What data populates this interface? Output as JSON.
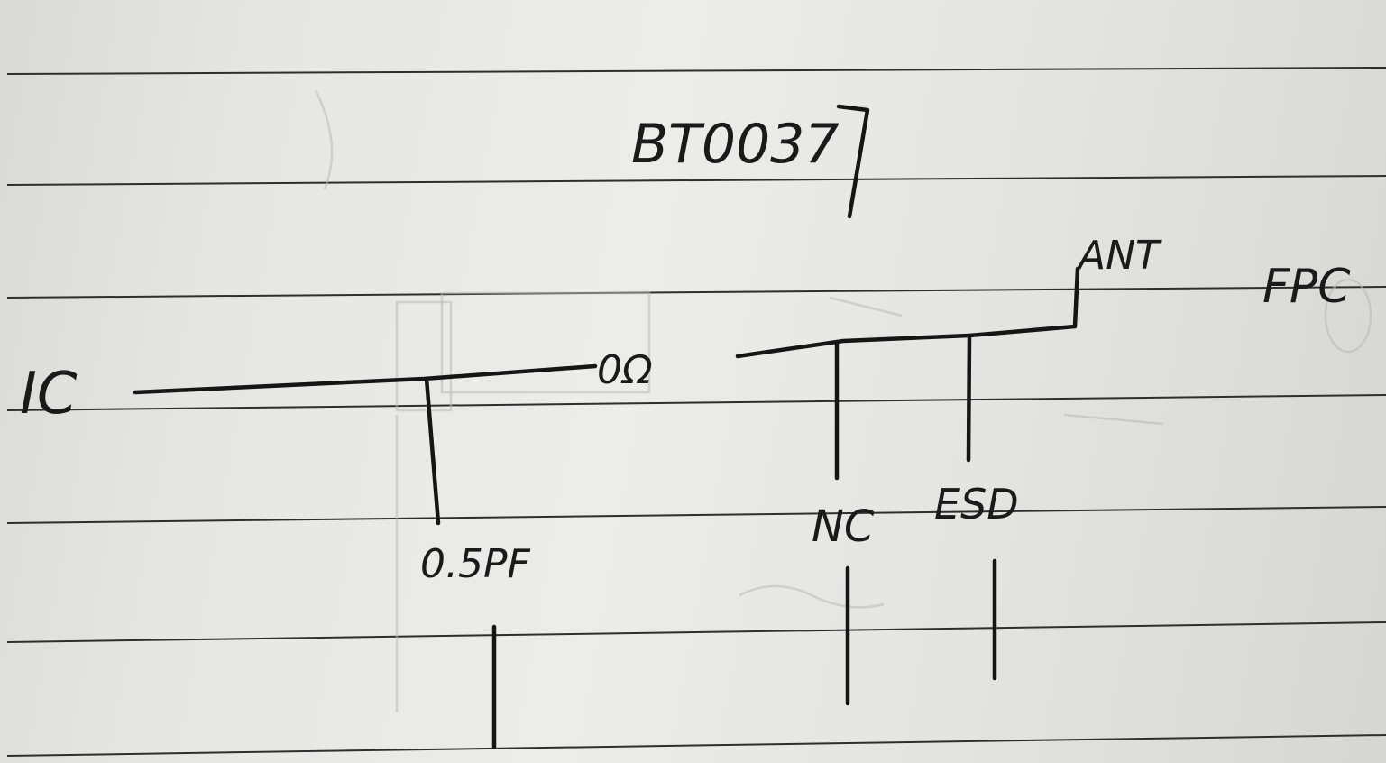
{
  "diagram": {
    "title": "BT0037",
    "labels": {
      "ic": "IC",
      "resistor": "0Ω",
      "antenna": "ANT",
      "fpc": "FPC",
      "cap": "0.5PF",
      "nc": "NC",
      "esd": "ESD"
    }
  },
  "colors": {
    "paper": "#e6e6e3",
    "ink": "#151515",
    "rule": "#2e2e2e"
  }
}
